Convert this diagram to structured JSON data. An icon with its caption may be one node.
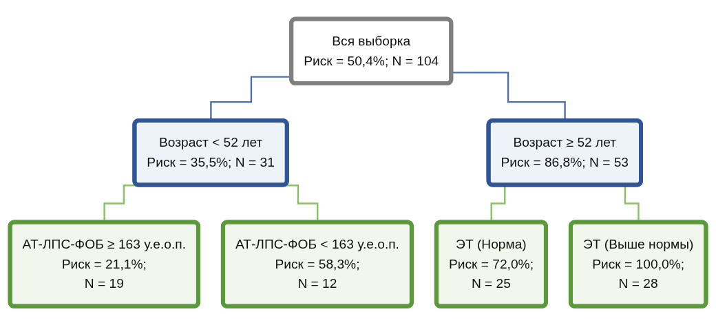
{
  "diagram": {
    "nodes": [
      {
        "text": [
          "Вся выборка",
          "Риск = 50,4%; N = 104"
        ]
      },
      {
        "text": [
          "Возраст < 52 лет",
          "Риск = 35,5%; N = 31"
        ]
      },
      {
        "text": [
          "Возраст ≥ 52 лет",
          "Риск = 86,8%; N = 53"
        ]
      },
      {
        "text": [
          "АТ-ЛПС-ФОБ ≥ 163 у.е.о.п.",
          "Риск = 21,1%;",
          "N = 19"
        ]
      },
      {
        "text": [
          "АТ-ЛПС-ФОБ < 163 у.е.о.п.",
          "Риск = 58,3%;",
          "N = 12"
        ]
      },
      {
        "text": [
          "ЭТ (Норма)",
          "Риск = 72,0%;",
          "N = 25"
        ]
      },
      {
        "text": [
          "ЭТ (Выше нормы)",
          "Риск = 100,0%;",
          "N = 28"
        ]
      }
    ],
    "edges": [
      {
        "from": 0,
        "to": 1,
        "arrow": "none",
        "color": "#4a6fb5"
      },
      {
        "from": 0,
        "to": 2,
        "arrow": "none",
        "color": "#4a6fb5"
      },
      {
        "from": 1,
        "to": 3,
        "arrow": "none"
      },
      {
        "from": 1,
        "to": 4,
        "arrow": "none"
      },
      {
        "from": 2,
        "to": 5,
        "arrow": "none"
      },
      {
        "from": 2,
        "to": 6,
        "arrow": "none"
      }
    ]
  }
}
